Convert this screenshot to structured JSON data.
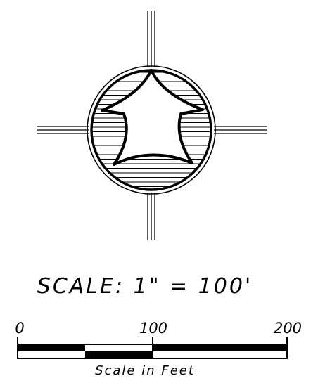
{
  "north_arrow": {
    "icon": "north-arrow-icon",
    "stroke_color": "#000000",
    "fill_color": "#ffffff"
  },
  "scale_statement": "SCALE:  1\"  =  100'",
  "scale_bar": {
    "tick_labels": [
      "0",
      "100",
      "200"
    ],
    "tick_values": [
      0,
      100,
      200
    ],
    "caption": "Scale in Feet",
    "unit": "feet"
  }
}
